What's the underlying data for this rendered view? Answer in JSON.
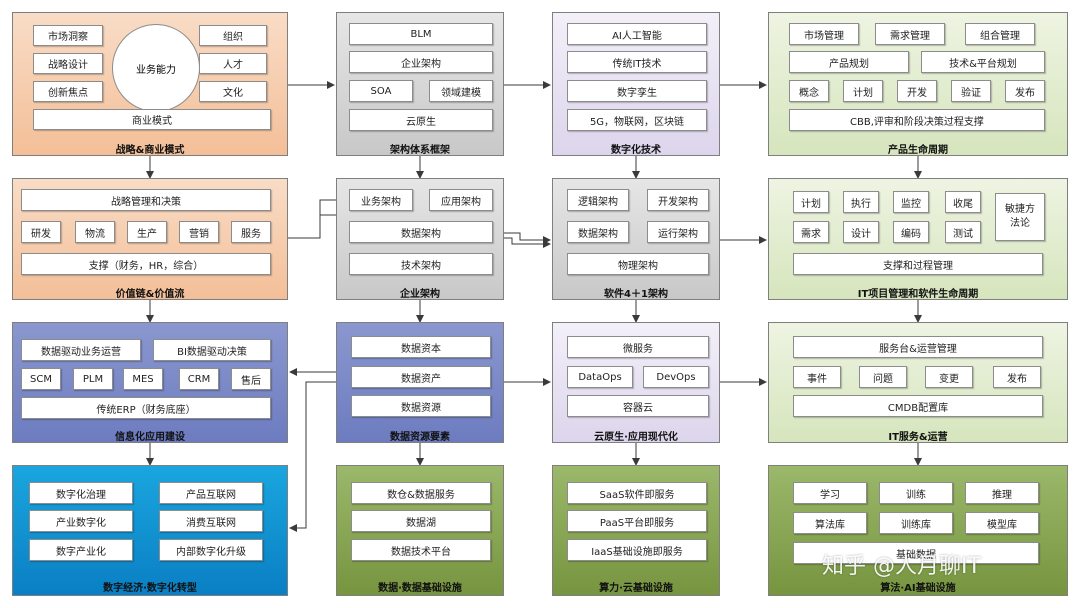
{
  "strategy": {
    "title": "战略&商业模式",
    "market_insight": "市场洞察",
    "strategy_design": "战略设计",
    "innovation_focus": "创新焦点",
    "business_capability": "业务能力",
    "organization": "组织",
    "talent": "人才",
    "culture": "文化",
    "business_model": "商业模式"
  },
  "architecture_framework": {
    "title": "架构体系框架",
    "items": [
      "BLM",
      "企业架构",
      "SOA",
      "领域建模",
      "云原生"
    ]
  },
  "digital_tech": {
    "title": "数字化技术",
    "items": [
      "AI人工智能",
      "传统IT技术",
      "数字孪生",
      "5G，物联网，区块链"
    ]
  },
  "product_lifecycle": {
    "title": "产品生命周期",
    "market_mgmt": "市场管理",
    "requirement_mgmt": "需求管理",
    "portfolio_mgmt": "组合管理",
    "product_planning": "产品规划",
    "tech_platform_planning": "技术&平台规划",
    "stages": [
      "概念",
      "计划",
      "开发",
      "验证",
      "发布"
    ],
    "support": "CBB,评审和阶段决策过程支撑"
  },
  "value_chain": {
    "title": "价值链&价值流",
    "strategy_mgmt": "战略管理和决策",
    "activities": [
      "研发",
      "物流",
      "生产",
      "营销",
      "服务"
    ],
    "support": "支撑（财务，HR，综合）"
  },
  "enterprise_arch": {
    "title": "企业架构",
    "business_arch": "业务架构",
    "app_arch": "应用架构",
    "data_arch": "数据架构",
    "tech_arch": "技术架构"
  },
  "software_41": {
    "title": "软件4＋1架构",
    "logical": "逻辑架构",
    "development": "开发架构",
    "data": "数据架构",
    "runtime": "运行架构",
    "physical": "物理架构"
  },
  "it_project": {
    "title": "IT项目管理和软件生命周期",
    "row1": [
      "计划",
      "执行",
      "监控",
      "收尾"
    ],
    "row2": [
      "需求",
      "设计",
      "编码",
      "测试"
    ],
    "agile": "敏捷方法论",
    "support": "支撑和过程管理"
  },
  "info_app": {
    "title": "信息化应用建设",
    "data_driven_ops": "数据驱动业务运营",
    "bi_decision": "BI数据驱动决策",
    "systems": [
      "SCM",
      "PLM",
      "MES",
      "CRM",
      "售后"
    ],
    "erp": "传统ERP（财务底座）"
  },
  "data_elements": {
    "title": "数据资源要素",
    "items": [
      "数据资本",
      "数据资产",
      "数据资源"
    ]
  },
  "cloud_native": {
    "title": "云原生·应用现代化",
    "microservice": "微服务",
    "dataops": "DataOps",
    "devops": "DevOps",
    "container": "容器云"
  },
  "it_service": {
    "title": "IT服务&运营",
    "service_desk": "服务台&运营管理",
    "processes": [
      "事件",
      "问题",
      "变更",
      "发布"
    ],
    "cmdb": "CMDB配置库"
  },
  "digital_economy": {
    "title": "数字经济·数字化转型",
    "left": [
      "数字化治理",
      "产业数字化",
      "数字产业化"
    ],
    "right": [
      "产品互联网",
      "消费互联网",
      "内部数字化升级"
    ]
  },
  "data_infra": {
    "title": "数据·数据基础设施",
    "items": [
      "数仓&数据服务",
      "数据湖",
      "数据技术平台"
    ]
  },
  "compute_infra": {
    "title": "算力·云基础设施",
    "items": [
      "SaaS软件即服务",
      "PaaS平台即服务",
      "IaaS基础设施即服务"
    ]
  },
  "ai_infra": {
    "title": "算法·AI基础设施",
    "row1": [
      "学习",
      "训练",
      "推理"
    ],
    "row2": [
      "算法库",
      "训练库",
      "模型库"
    ],
    "bottom": "基础数据"
  },
  "watermark": "知乎 @人月聊IT",
  "colors": {
    "orange": "#f3bf98",
    "gray": "#c8c8c8",
    "lavender": "#dcd5ec",
    "green": "#d6e5bd",
    "blue": "#6d7cc0",
    "cyan": "#0a7fc4",
    "olive": "#77953f",
    "arrow": "#3a3a3a"
  }
}
